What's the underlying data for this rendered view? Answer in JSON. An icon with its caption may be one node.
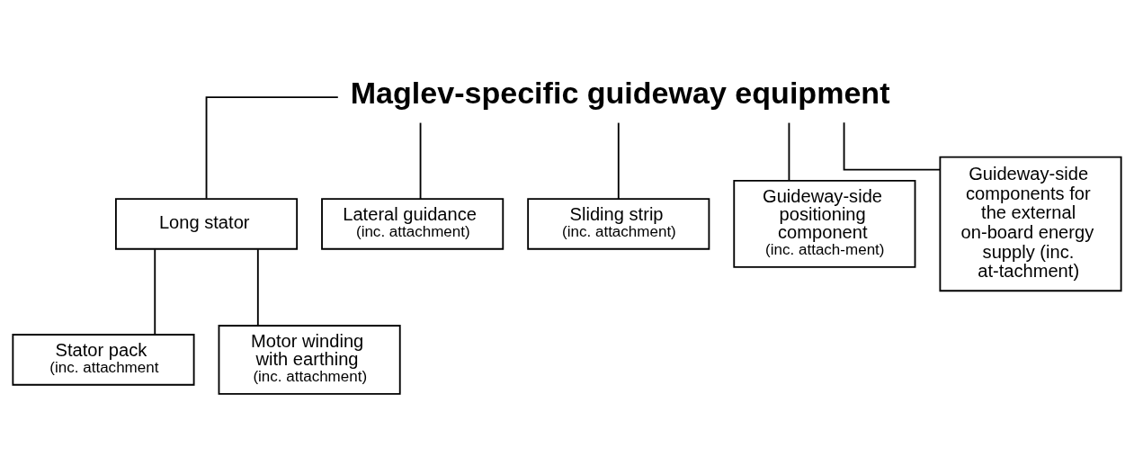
{
  "diagram": {
    "nodes": [
      {
        "text": [
          "Maglev-specific guideway equipment"
        ]
      },
      {
        "text": [
          "Long stator"
        ]
      },
      {
        "text": [
          "Lateral guidance",
          "(inc. attachment)"
        ]
      },
      {
        "text": [
          "Sliding strip",
          "(inc. attachment)"
        ]
      },
      {
        "text": [
          "Guideway-side positioning component",
          "(inc. attach-ment)"
        ]
      },
      {
        "text": [
          "Guideway-side components for the external on-board energy supply (inc. at-tachment)"
        ]
      },
      {
        "text": [
          "Stator pack",
          "(inc. attachment"
        ]
      },
      {
        "text": [
          "Motor winding with earthing",
          "(inc. attachment)"
        ]
      }
    ],
    "edges": [
      {
        "from": 0,
        "to": 1,
        "arrow": "none"
      },
      {
        "from": 0,
        "to": 2,
        "arrow": "none"
      },
      {
        "from": 0,
        "to": 3,
        "arrow": "none"
      },
      {
        "from": 0,
        "to": 4,
        "arrow": "none"
      },
      {
        "from": 0,
        "to": 5,
        "arrow": "none"
      },
      {
        "from": 1,
        "to": 6,
        "arrow": "none"
      },
      {
        "from": 1,
        "to": 7,
        "arrow": "none"
      }
    ]
  }
}
